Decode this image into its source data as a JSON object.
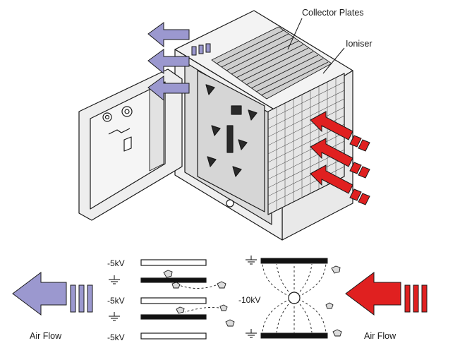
{
  "labels": {
    "collector_plates": "Collector Plates",
    "ioniser": "Ioniser",
    "air_flow_left": "Air Flow",
    "air_flow_right": "Air Flow",
    "plate_voltage_1": "-5kV",
    "plate_voltage_2": "-5kV",
    "plate_voltage_3": "-5kV",
    "ioniser_voltage": "-10kV"
  },
  "colors": {
    "outlet_arrow": "#9b98cf",
    "inlet_arrow": "#e02020",
    "outline": "#1a1a1a",
    "housing": "#f0f0f0"
  }
}
